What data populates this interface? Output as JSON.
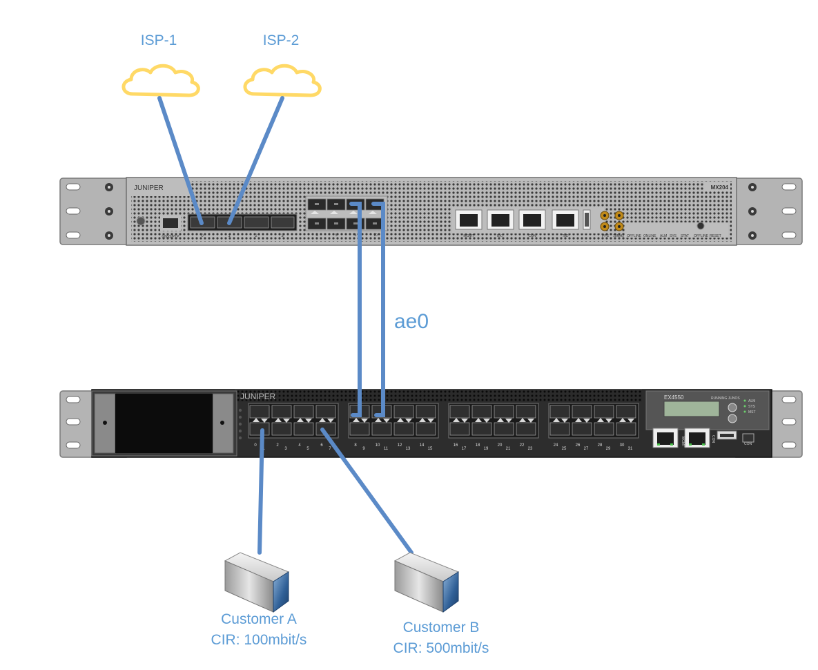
{
  "isps": [
    {
      "name": "ISP-1"
    },
    {
      "name": "ISP-2"
    }
  ],
  "router": {
    "brand": "JUNIPER",
    "model": "MX204",
    "port_labels_left": [
      "0",
      "1",
      "2",
      "3"
    ],
    "sfp_labels": [
      "0",
      "1",
      "2",
      "3",
      "4",
      "5",
      "6",
      "7",
      "8",
      "9",
      "10",
      "11"
    ],
    "rj45_labels": [
      "MGMT",
      "EXT",
      "CON",
      "ToD"
    ],
    "misc_labels": [
      "GNSS/PTP",
      "PPS",
      "10MHz",
      "IN",
      "OUT",
      "OFFLINE",
      "ONLINE",
      "ALM",
      "SYS",
      "STAT",
      "OFFLINE",
      "RESET"
    ]
  },
  "link": {
    "label": "ae0"
  },
  "switch": {
    "brand": "JUNIPER",
    "model": "EX4550",
    "tagline": "RUNNING JUNOS",
    "leds": [
      "ALM",
      "SYS",
      "MST"
    ],
    "port_numbers_top": [
      "0",
      "2",
      "4",
      "6",
      "8",
      "10",
      "12",
      "14",
      "16",
      "18",
      "20",
      "22",
      "24",
      "26",
      "28",
      "30"
    ],
    "port_numbers_bottom": [
      "1",
      "3",
      "5",
      "7",
      "9",
      "11",
      "13",
      "15",
      "17",
      "19",
      "21",
      "23",
      "25",
      "27",
      "29",
      "31"
    ],
    "console_label": "CON",
    "mgmt_label": "MGMT"
  },
  "customers": [
    {
      "name": "Customer A",
      "cir": "CIR: 100mbit/s"
    },
    {
      "name": "Customer B",
      "cir": "CIR: 500mbit/s"
    }
  ]
}
